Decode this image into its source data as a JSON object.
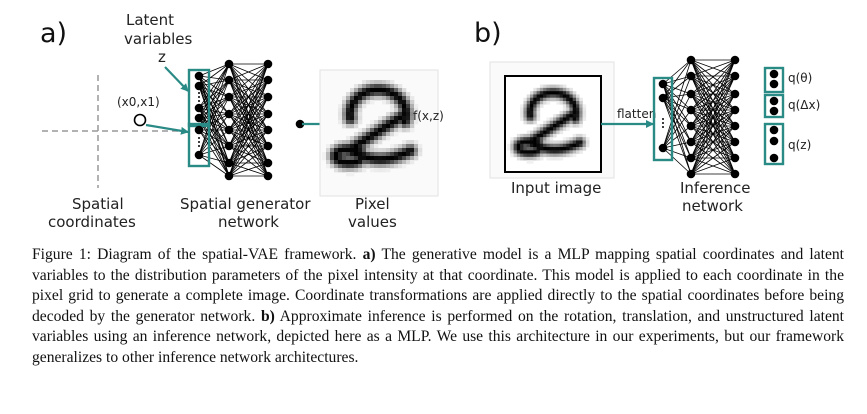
{
  "figure": {
    "panel_a": {
      "label": "a)",
      "latent_label_line1": "Latent",
      "latent_label_line2": "variables",
      "latent_label_line3": "z",
      "coord_label": "(x0,x1)",
      "spatial_coords_line1": "Spatial",
      "spatial_coords_line2": "coordinates",
      "generator_line1": "Spatial generator",
      "generator_line2": "network",
      "pixel_values_line1": "Pixel",
      "pixel_values_line2": "values",
      "output_label": "f(x,z)"
    },
    "panel_b": {
      "label": "b)",
      "flatten_label": "flatten",
      "input_image_label": "Input image",
      "inference_line1": "Inference",
      "inference_line2": "network",
      "output_rotation": "q(θ)",
      "output_translation": "q(Δx)",
      "output_latent": "q(z)"
    },
    "colors": {
      "teal": "#2a8a86",
      "node": "#000000",
      "dashed": "#999999"
    }
  },
  "caption": {
    "prefix": "Figure 1: Diagram of the spatial-VAE framework.",
    "a_label": "a)",
    "a_text": "The generative model is a MLP mapping spatial coordinates and latent variables to the distribution parameters of the pixel intensity at that coordinate. This model is applied to each coordinate in the pixel grid to generate a complete image. Coordinate transformations are applied directly to the spatial coordinates before being decoded by the generator network.",
    "b_label": "b)",
    "b_text": "Approximate inference is performed on the rotation, translation, and unstructured latent variables using an inference network, depicted here as a MLP. We use this architecture in our experiments, but our framework generalizes to other inference network architectures."
  }
}
